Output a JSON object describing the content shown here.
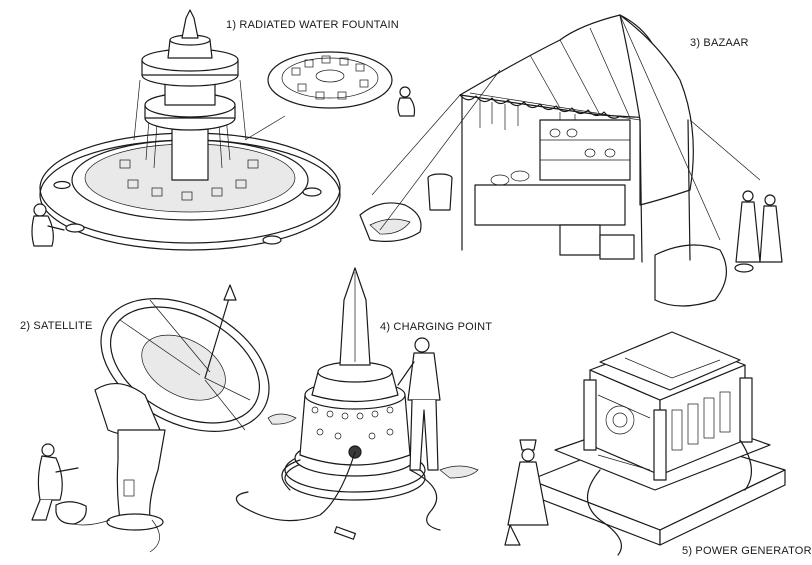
{
  "labels": {
    "fountain": "1) RADIATED WATER FOUNTAIN",
    "satellite": "2) SATELLITE",
    "bazaar": "3) BAZAAR",
    "charging": "4) CHARGING POINT",
    "generator": "5) POWER GENERATOR"
  },
  "colors": {
    "ink": "#1a1a1a",
    "paper": "#ffffff"
  }
}
